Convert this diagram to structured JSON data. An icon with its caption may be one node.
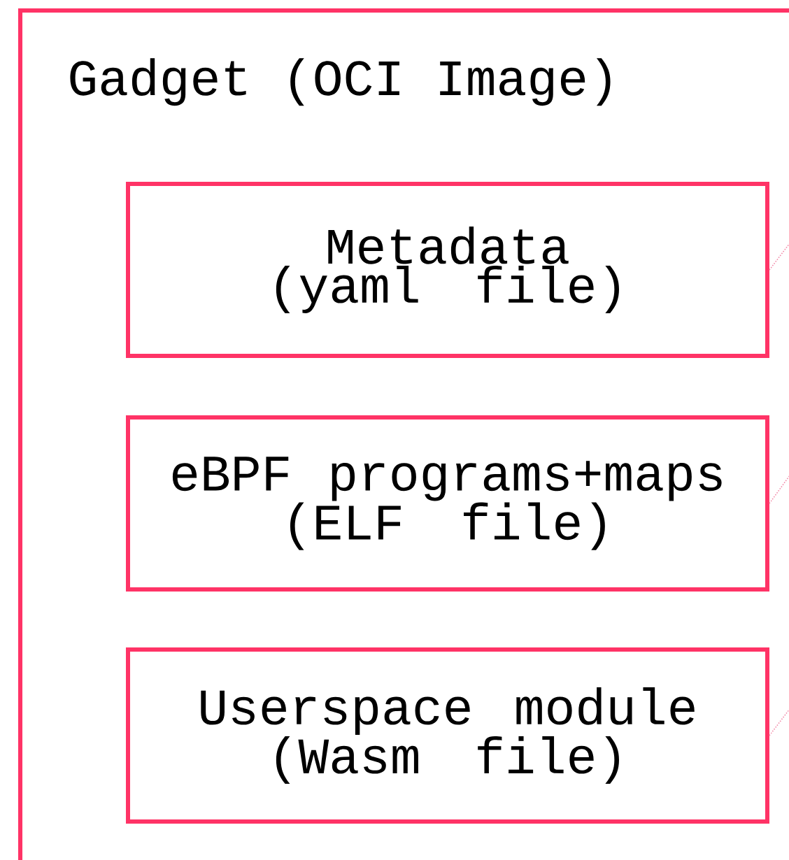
{
  "diagram": {
    "nodes": [
      {
        "text": [
          "Gadget (OCI Image)"
        ]
      },
      {
        "text": [
          "Metadata (yaml file)"
        ],
        "in": 0
      },
      {
        "text": [
          "eBPF programs+maps (ELF file)"
        ],
        "in": 0
      },
      {
        "text": [
          "Userspace module (Wasm file)"
        ],
        "in": 0
      }
    ],
    "edges": [
      {
        "from": 1,
        "to": null,
        "arrow": "none",
        "style": "dashed"
      },
      {
        "from": 2,
        "to": null,
        "arrow": "none",
        "style": "dashed"
      },
      {
        "from": 3,
        "to": null,
        "arrow": "none",
        "style": "dashed"
      }
    ]
  }
}
